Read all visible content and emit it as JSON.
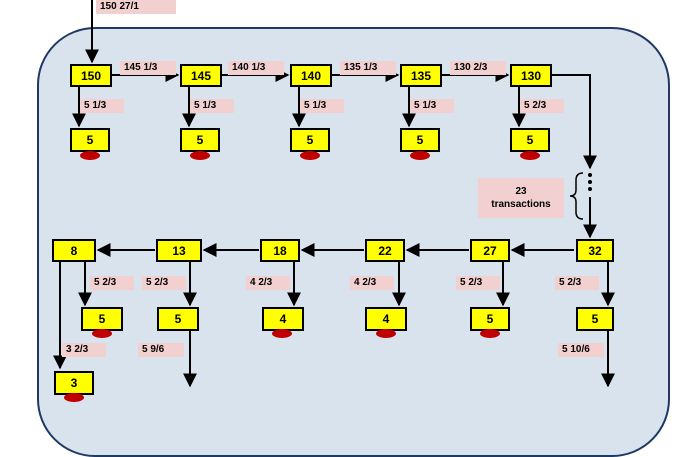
{
  "colors": {
    "panel": "#d9e3ed",
    "panel_border": "#1f3864",
    "box": "#ffff00",
    "chip": "#c00000",
    "label_bg": "#f2d0d0"
  },
  "top": {
    "entry_label": "150  27/1",
    "nodes": [
      "150",
      "145",
      "140",
      "135",
      "130"
    ],
    "transfer_labels": [
      "145  1/3",
      "140  1/3",
      "135  1/3",
      "130  2/3"
    ],
    "branch_labels": [
      "5  1/3",
      "5  1/3",
      "5  1/3",
      "5  1/3",
      "5  2/3"
    ],
    "leaves": [
      "5",
      "5",
      "5",
      "5",
      "5"
    ]
  },
  "skip": {
    "line1": "23",
    "line2": "transactions"
  },
  "bottom": {
    "nodes": [
      "32",
      "27",
      "22",
      "18",
      "13",
      "8"
    ],
    "branch_labels": [
      "5  2/3",
      "5  2/3",
      "4  2/3",
      "4  2/3",
      "5  2/3",
      "5  2/3"
    ],
    "leaves": [
      "5",
      "5",
      "4",
      "4",
      "5",
      "5"
    ],
    "tail_labels": [
      "5  10/6",
      "5  9/6",
      "3  2/3"
    ],
    "final_leaf": "3"
  }
}
